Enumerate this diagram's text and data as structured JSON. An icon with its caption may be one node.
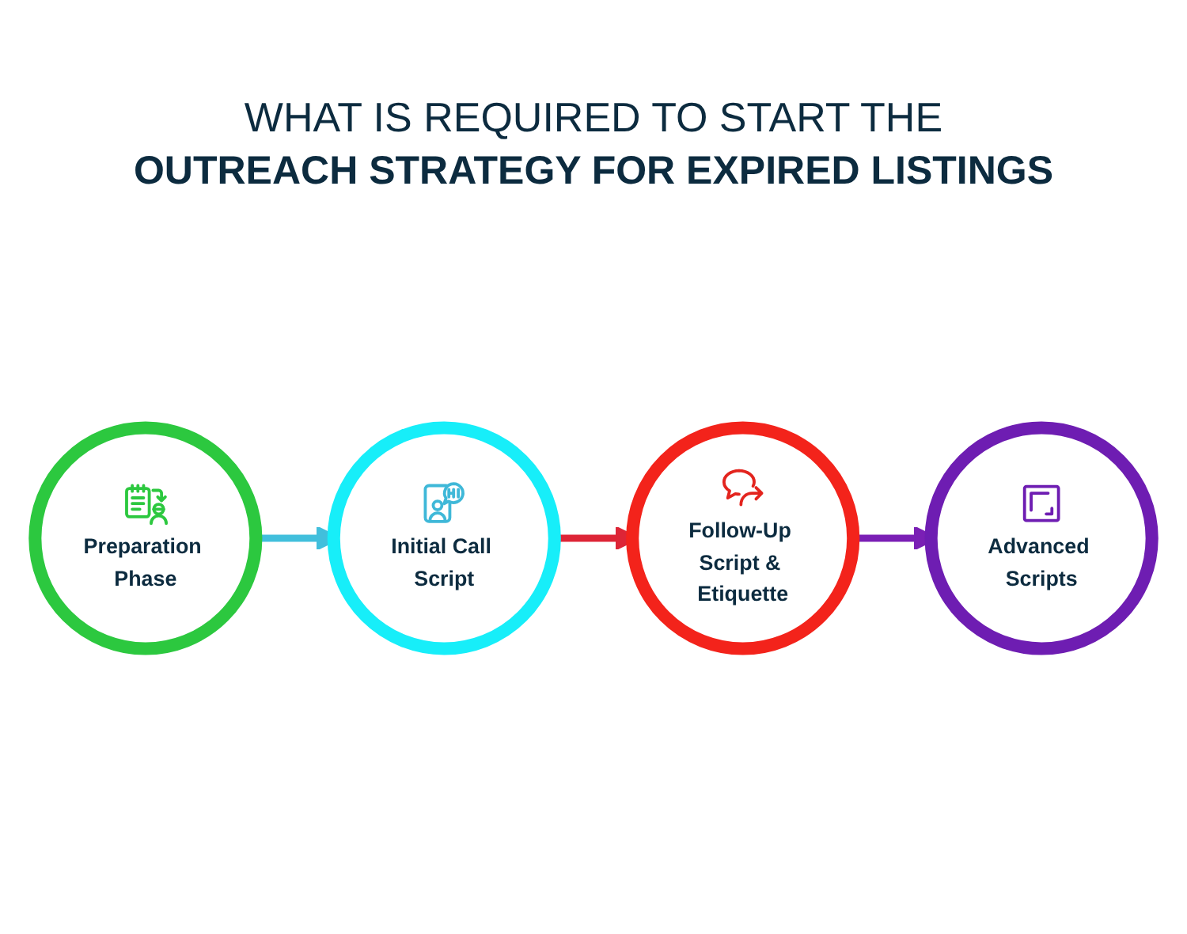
{
  "diagram": {
    "title": "WHAT IS REQUIRED TO START THE **OUTREACH STRATEGY FOR EXPIRED LISTINGS**",
    "nodes": [
      {
        "text": [
          "Preparation Phase"
        ]
      },
      {
        "text": [
          "Initial Call Script"
        ]
      },
      {
        "text": [
          "Follow-Up Script & Etiquette"
        ]
      },
      {
        "text": [
          "Advanced Scripts"
        ]
      }
    ],
    "edges": [
      {
        "from": 0,
        "to": 1,
        "arrow": "to",
        "color": "#41bfdc"
      },
      {
        "from": 1,
        "to": 2,
        "arrow": "to",
        "color": "#dd2536"
      },
      {
        "from": 2,
        "to": 3,
        "arrow": "to",
        "color": "#7a1fb5"
      }
    ]
  }
}
